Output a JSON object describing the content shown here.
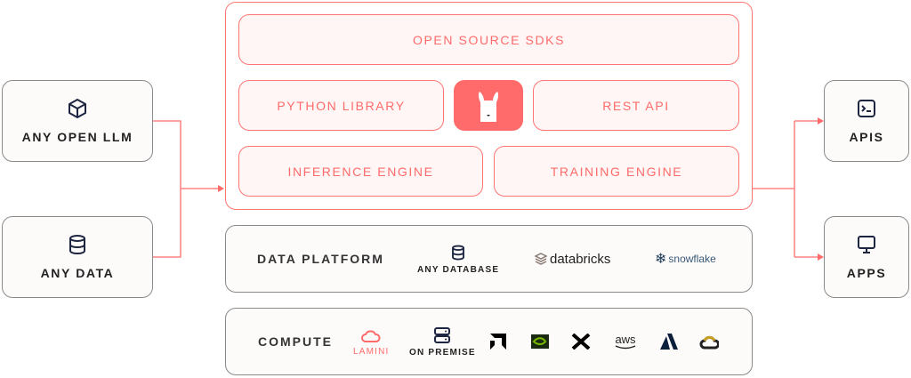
{
  "left": [
    {
      "label": "ANY OPEN LLM",
      "icon": "cube-icon"
    },
    {
      "label": "ANY DATA",
      "icon": "database-icon"
    }
  ],
  "right": [
    {
      "label": "APIS",
      "icon": "terminal-icon"
    },
    {
      "label": "APPS",
      "icon": "monitor-icon"
    }
  ],
  "core": {
    "sdks": "OPEN SOURCE SDKS",
    "python": "PYTHON LIBRARY",
    "rest": "REST API",
    "inference": "INFERENCE ENGINE",
    "training": "TRAINING ENGINE",
    "logo": "llama-logo"
  },
  "data_platform": {
    "label": "DATA PLATFORM",
    "any_db": "ANY DATABASE",
    "databricks": "databricks",
    "snowflake": "snowflake"
  },
  "compute": {
    "label": "COMPUTE",
    "lamini": "LAMINI",
    "on_premise": "ON PREMISE",
    "providers": [
      "amd",
      "nvidia",
      "x",
      "aws",
      "azure",
      "google-cloud"
    ],
    "aws_text": "aws"
  },
  "colors": {
    "accent": "#ff6b6b",
    "fill": "#fff6f5"
  }
}
